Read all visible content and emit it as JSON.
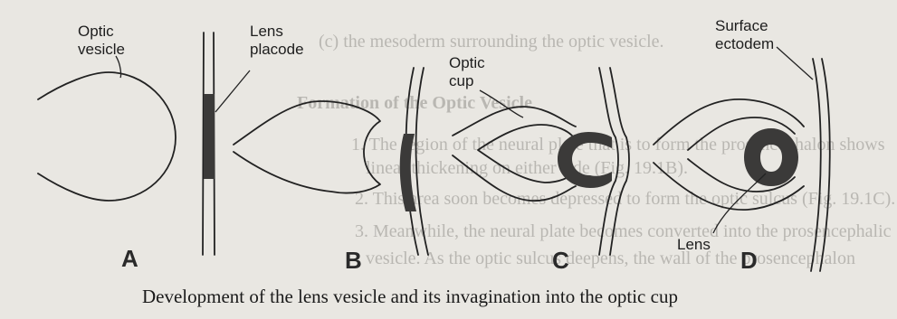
{
  "background_color": "#e9e7e2",
  "ink_color": "#222222",
  "thickening_color": "#3b3a39",
  "bleed_through_text": [
    "(c) the mesoderm surrounding the optic vesicle.",
    "Formation of the Optic Vesicle",
    "1. The region of the neural plate that is to form the prosencephalon shows",
    "linear thickening on either side (Fig. 19.1B).",
    "2. This area soon becomes depressed to form the optic sulcus (Fig. 19.1C).",
    "3. Meanwhile, the neural plate becomes converted into the prosencephalic",
    "vesicle. As the optic sulcus deepens, the wall of the prosencephalon"
  ],
  "labels": {
    "optic_vesicle_line1": "Optic",
    "optic_vesicle_line2": "vesicle",
    "lens_placode_line1": "Lens",
    "lens_placode_line2": "placode",
    "optic_cup_line1": "Optic",
    "optic_cup_line2": "cup",
    "surface_ectoderm_line1": "Surface",
    "surface_ectoderm_line2": "ectodem",
    "lens": "Lens"
  },
  "stages": [
    "A",
    "B",
    "C",
    "D"
  ],
  "caption": "Development of the lens vesicle and its invagination into the optic cup"
}
